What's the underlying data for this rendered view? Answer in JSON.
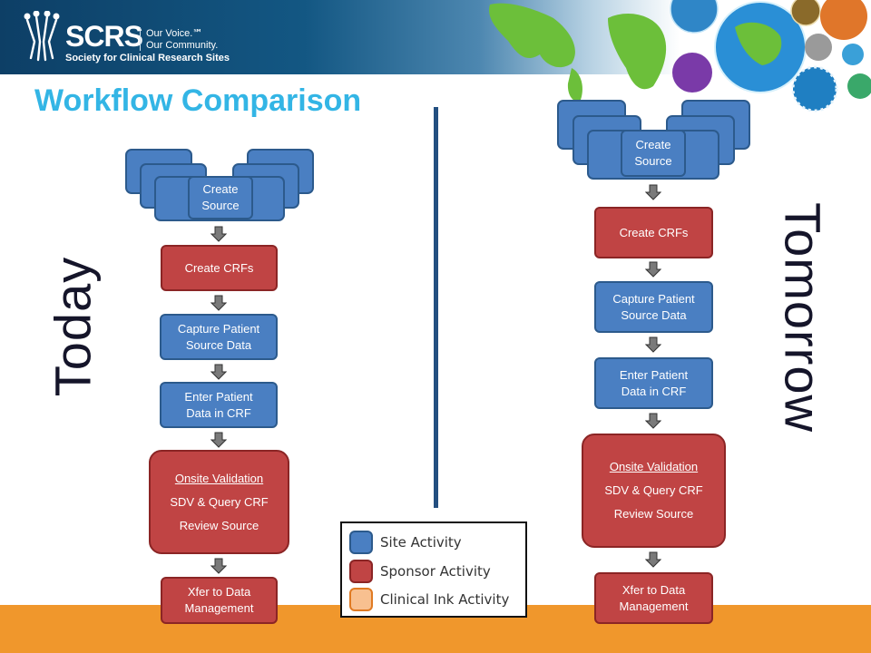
{
  "header": {
    "logo_word": "SCRS",
    "tagline_1": "Our Voice.℠",
    "tagline_2": "Our Community.",
    "org_name": "Society for Clinical Research Sites"
  },
  "title": "Workflow Comparison",
  "today": {
    "label": "Today",
    "create_source": "Create Source",
    "create_crfs": "Create CRFs",
    "capture": "Capture Patient Source Data",
    "enter": "Enter Patient Data in CRF",
    "validation_title": "Onsite Validation",
    "validation_line1": "SDV & Query CRF",
    "validation_line2": "Review Source",
    "xfer": "Xfer to Data Management"
  },
  "tomorrow": {
    "label": "Tomorrow",
    "create_source": "Create Source",
    "create_crfs": "Create CRFs",
    "capture": "Capture Patient Source Data",
    "enter": "Enter Patient Data in CRF",
    "validation_title": "Onsite Validation",
    "validation_line1": "SDV & Query CRF",
    "validation_line2": "Review Source",
    "xfer": "Xfer to Data Management"
  },
  "legend": [
    {
      "label": "Site Activity",
      "fill": "#4a7fc2",
      "border": "#2c5a8c"
    },
    {
      "label": "Sponsor Activity",
      "fill": "#c04444",
      "border": "#8b2525"
    },
    {
      "label": "Clinical Ink Activity",
      "fill": "#f8c090",
      "border": "#e07a22"
    }
  ],
  "colors": {
    "title": "#33b5e5",
    "site": "#4a7fc2",
    "sponsor": "#c04444",
    "clinical_ink": "#f8c090",
    "footer": "#f0972c",
    "divider": "#234f80"
  }
}
